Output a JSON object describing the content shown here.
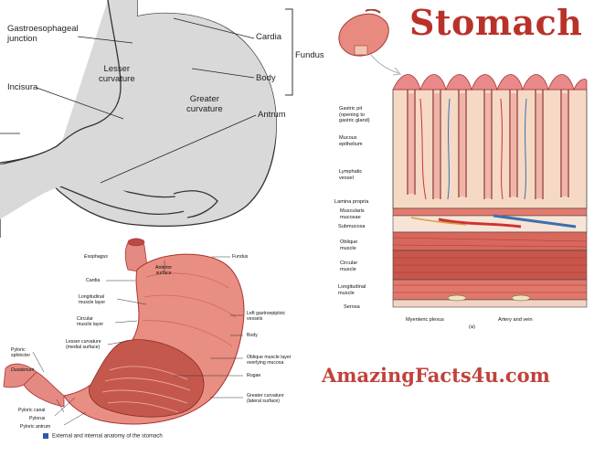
{
  "title": "Stomach",
  "brand": "AmazingFacts4u.com",
  "colors": {
    "title": "#b8322a",
    "outline_fill": "#d9d9d9",
    "tissue": "#e7908a",
    "muscle": "#d96a5e"
  },
  "outline_diagram": {
    "labels": {
      "gastroesophageal_junction": "Gastroesophageal\njunction",
      "cardia": "Cardia",
      "fundus": "Fundus",
      "lesser_curvature": "Lesser\ncurvature",
      "body": "Body",
      "incisura": "Incisura",
      "greater_curvature": "Greater\ncurvature",
      "antrum": "Antrum"
    }
  },
  "anatomy_diagram": {
    "labels": {
      "esophagus": "Esophagus",
      "anterior_surface": "Anterior\nsurface",
      "fundus": "Fundus",
      "cardia": "Cardia",
      "longitudinal_muscle": "Longitudinal\nmuscle layer",
      "circular_muscle": "Circular\nmuscle layer",
      "left_gastroepiploic": "Left gastroepiploic\nvessels",
      "lesser_curvature": "Lesser curvature\n(medial surface)",
      "body": "Body",
      "pyloric_sphincter": "Pyloric\nsphincter",
      "oblique_muscle": "Oblique muscle layer\noverlying mucosa",
      "duodenum": "Duodenum",
      "rugae": "Rugae",
      "greater_curvature": "Greater curvature\n(lateral surface)",
      "pyloric_canal": "Pyloric canal",
      "pylorus": "Pylorus",
      "pyloric_antrum": "Pyloric antrum"
    },
    "caption": "External and internal anatomy of the stomach"
  },
  "wall_diagram": {
    "labels": {
      "gastric_pit": "Gastric pit\n(opening to\ngastric gland)",
      "mucous_epithelium": "Mucous\nepithelium",
      "lymphatic_vessel": "Lymphatic\nvessel",
      "lamina_propria": "Lamina propria",
      "muscularis_mucosae": "Muscularis\nmucosae",
      "submucosa": "Submucosa",
      "oblique_muscle": "Oblique\nmuscle",
      "circular_muscle": "Circular\nmuscle",
      "longitudinal_muscle": "Longitudinal\nmuscle",
      "serosa": "Serosa",
      "myenteric_plexus": "Myenteric plexus",
      "artery_and_vein": "Artery and vein",
      "panel_letter": "(a)"
    }
  }
}
